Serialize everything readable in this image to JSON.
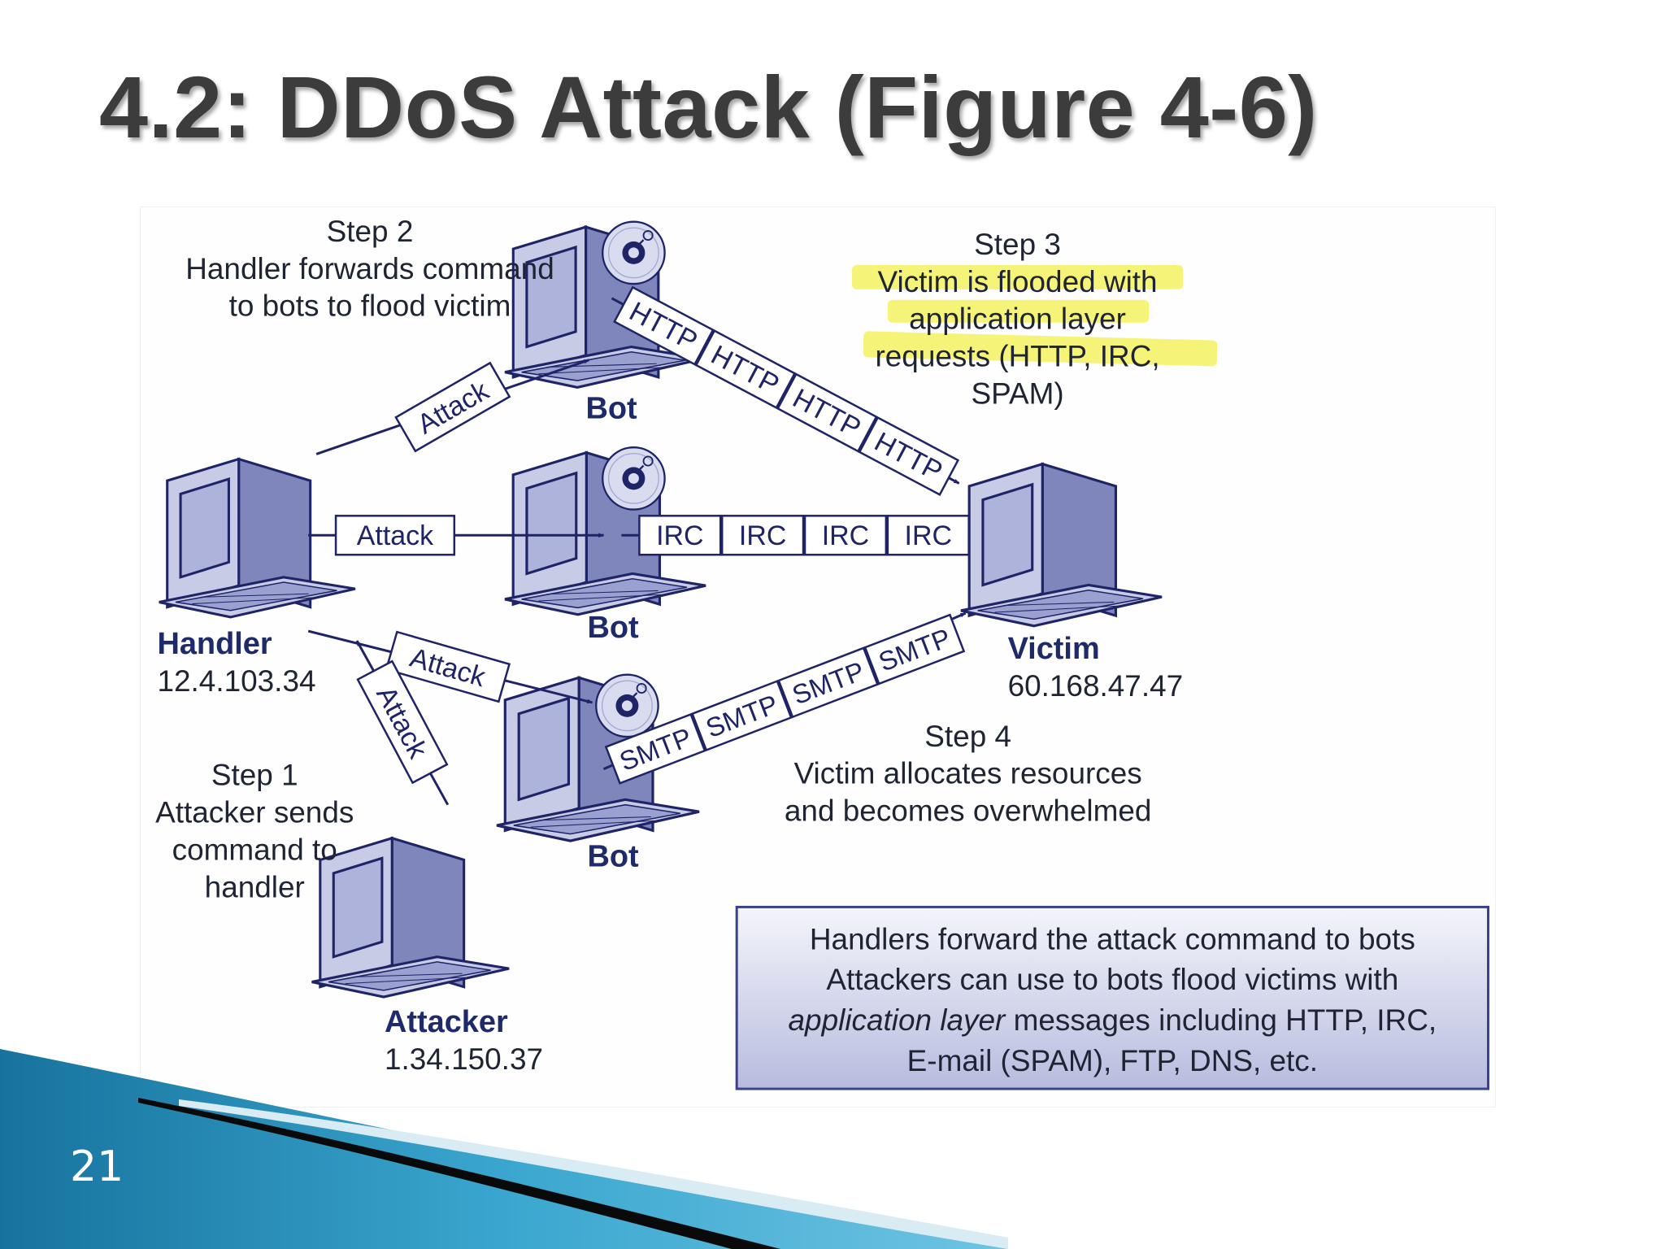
{
  "slide": {
    "title": "4.2: DDoS Attack (Figure 4-6)",
    "page_number": "21"
  },
  "colors": {
    "device_fill": "#c7cbe6",
    "device_dark": "#7f86bc",
    "device_stroke": "#1e2466",
    "label_blue": "#1f2a6b",
    "text": "#1f2433",
    "highlight": "#f6f36a",
    "note_bg_top": "#f4f5fb",
    "note_bg_bottom": "#b7bcdf",
    "footer_teal": "#2a88b3"
  },
  "nodes": {
    "handler": {
      "name": "Handler",
      "ip": "12.4.103.34"
    },
    "attacker": {
      "name": "Attacker",
      "ip": "1.34.150.37"
    },
    "victim": {
      "name": "Victim",
      "ip": "60.168.47.47"
    },
    "bot_top": {
      "name": "Bot"
    },
    "bot_middle": {
      "name": "Bot"
    },
    "bot_bottom": {
      "name": "Bot"
    }
  },
  "steps": {
    "step1": [
      "Step 1",
      "Attacker sends",
      "command to",
      "handler"
    ],
    "step2": [
      "Step 2",
      "Handler forwards command",
      "to bots to flood victim"
    ],
    "step3": [
      "Step 3",
      "Victim is flooded with",
      "application layer",
      "requests (HTTP, IRC,",
      "SPAM)"
    ],
    "step4": [
      "Step 4",
      "Victim allocates resources",
      "and becomes overwhelmed"
    ]
  },
  "arrows": {
    "attack_label": "Attack",
    "http": [
      "HTTP",
      "HTTP",
      "HTTP",
      "HTTP"
    ],
    "irc": [
      "IRC",
      "IRC",
      "IRC",
      "IRC"
    ],
    "smtp": [
      "SMTP",
      "SMTP",
      "SMTP",
      "SMTP"
    ]
  },
  "note": {
    "line1": "Handlers forward the attack command to bots",
    "line2": "Attackers can use to bots flood victims with",
    "line3_italic": "application layer",
    "line3_rest": " messages including HTTP, IRC,",
    "line4": "E-mail (SPAM), FTP, DNS, etc."
  }
}
